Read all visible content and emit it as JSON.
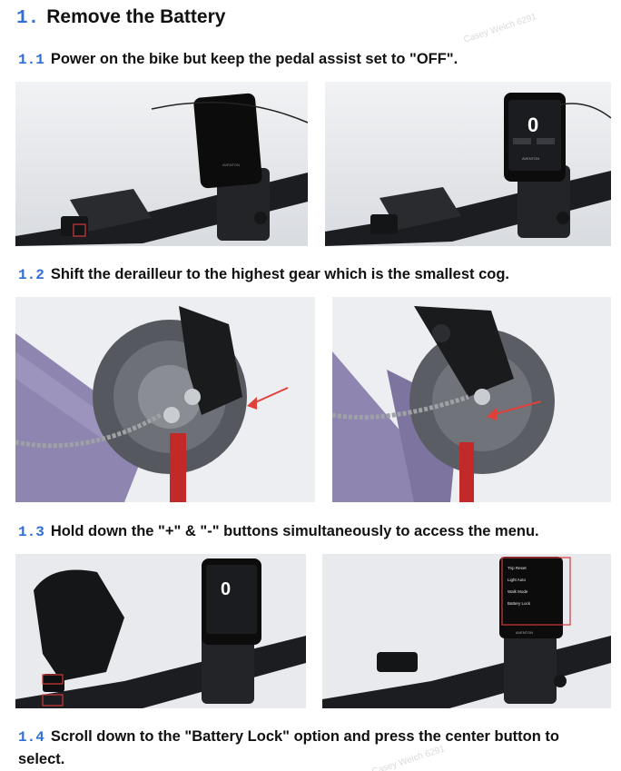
{
  "section": {
    "number": "1.",
    "title": "Remove the Battery"
  },
  "steps": [
    {
      "number": "1.1",
      "text": "Power on the bike but keep the pedal assist set to \"OFF\"."
    },
    {
      "number": "1.2",
      "text": "Shift the derailleur to the highest gear which is the smallest cog."
    },
    {
      "number": "1.3",
      "text": "Hold down the \"+\" & \"-\" buttons simultaneously to access the menu."
    },
    {
      "number": "1.4",
      "text": "Scroll down to the \"Battery Lock\" option and press the center button to select."
    }
  ],
  "photos": {
    "display_brand": "AVENTON",
    "display_speed": "0",
    "display_menu_items": [
      "Trip Reset",
      "Light Auto",
      "Walk Mode",
      "Battery Lock"
    ]
  },
  "watermark": "Casey Welch 6291",
  "colors": {
    "accent": "#2f6fd6",
    "highlight_box": "#d23a3a",
    "frame": "#8e86b0"
  }
}
